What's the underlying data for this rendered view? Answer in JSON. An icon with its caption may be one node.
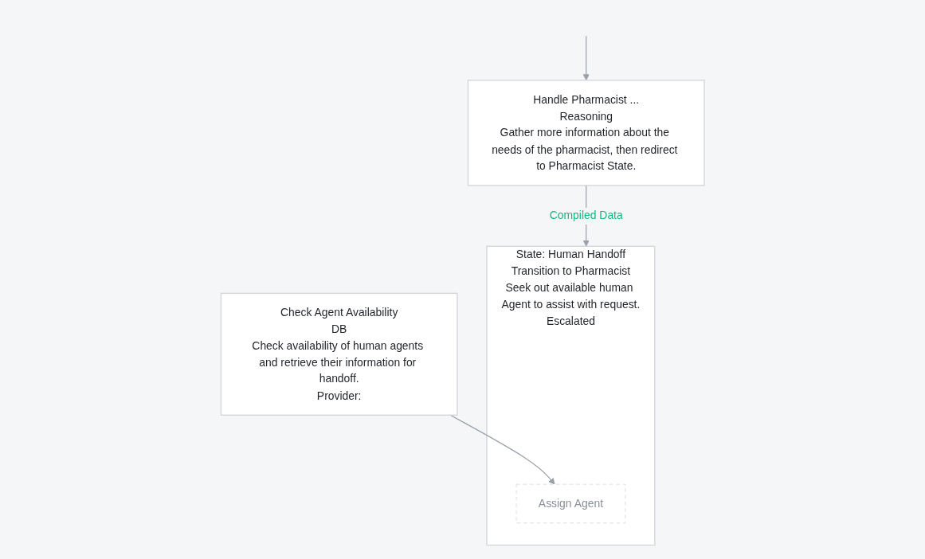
{
  "diagram": {
    "nodes": [
      {
        "text": [
          "Handle Pharmacist ...",
          "Reasoning",
          "Gather more information about the needs of the pharmacist, then redirect to Pharmacist State."
        ]
      },
      {
        "text": [
          "State: Human Handoff",
          "Transition to Pharmacist",
          "Seek out available human Agent to assist with request."
        ],
        "beside": [
          "Escalated"
        ]
      },
      {
        "text": [
          "Assign Agent"
        ],
        "in": 1
      },
      {
        "text": [
          "Check Agent Availability",
          "DB",
          "Check availability of human agents and retrieve their information for handoff.",
          "Provider:"
        ]
      }
    ],
    "edges": [
      {
        "from": null,
        "to": 0,
        "arrow": "to"
      },
      {
        "from": 0,
        "to": 1,
        "label": "Compiled Data",
        "arrow": "to"
      },
      {
        "from": 3,
        "to": 2,
        "arrow": "to"
      }
    ]
  }
}
